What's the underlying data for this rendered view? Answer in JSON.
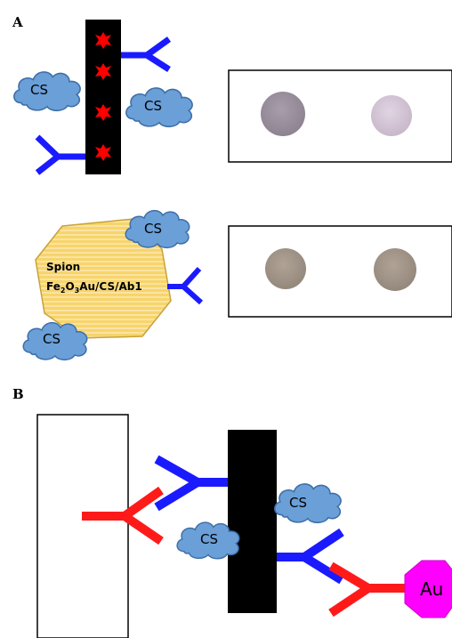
{
  "panels": {
    "a": {
      "label": "A"
    },
    "b": {
      "label": "B"
    }
  },
  "labels": {
    "cs": "CS",
    "spion_line1": "Spion",
    "spion_line2_prefix": "Fe",
    "spion_line2_sub1": "2",
    "spion_line2_mid": "O",
    "spion_line2_sub2": "3",
    "spion_line2_suffix": "Au/CS/Ab1",
    "au": "Au"
  },
  "colors": {
    "antibody_primary": "#1a1aff",
    "antibody_secondary": "#ff1a1a",
    "cloud_fill": "#6a9fd8",
    "cloud_stroke": "#3d6fa8",
    "spion_fill": "#f7d46b",
    "spion_stroke": "#c9a236",
    "au_fill": "#ff00ff",
    "strip": "#000000",
    "star": "#ff0000",
    "dot_1": "#9a8f9d",
    "dot_2": "#d4c6d6",
    "dot_3": "#a39689",
    "dot_4": "#9e9182"
  }
}
